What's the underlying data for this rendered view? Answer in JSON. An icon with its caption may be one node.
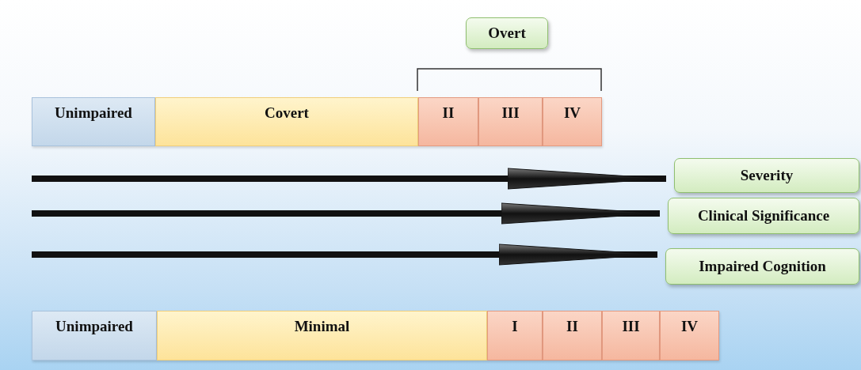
{
  "diagram": {
    "nodes": [
      {
        "text": [
          "Overt"
        ]
      },
      {
        "text": [
          "Unimpaired"
        ]
      },
      {
        "text": [
          "Covert"
        ]
      },
      {
        "text": [
          "II"
        ]
      },
      {
        "text": [
          "III"
        ]
      },
      {
        "text": [
          "IV"
        ]
      },
      {
        "text": [
          "Severity"
        ]
      },
      {
        "text": [
          "Clinical Significance"
        ]
      },
      {
        "text": [
          "Impaired Cognition"
        ]
      },
      {
        "text": [
          "Unimpaired"
        ]
      },
      {
        "text": [
          "Minimal"
        ]
      },
      {
        "text": [
          "I"
        ]
      },
      {
        "text": [
          "II"
        ]
      },
      {
        "text": [
          "III"
        ]
      },
      {
        "text": [
          "IV"
        ]
      }
    ],
    "edges": [
      {
        "from": null,
        "to": 6,
        "arrow": "to"
      },
      {
        "from": null,
        "to": 7,
        "arrow": "to"
      },
      {
        "from": null,
        "to": 8,
        "arrow": "to"
      }
    ]
  }
}
